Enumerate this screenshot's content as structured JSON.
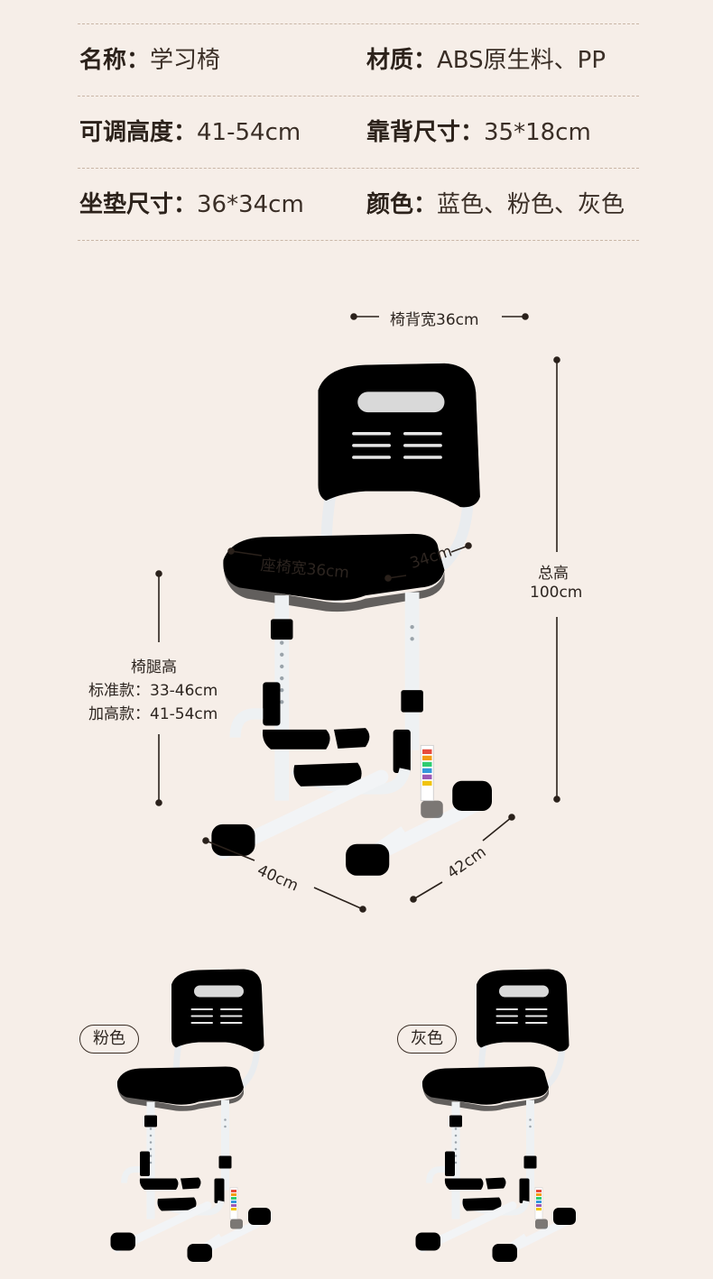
{
  "specs": {
    "rows": [
      {
        "left_key": "名称：",
        "left_val": "学习椅",
        "right_key": "材质：",
        "right_val": "ABS原生料、PP"
      },
      {
        "left_key": "可调高度：",
        "left_val": "41-54cm",
        "right_key": "靠背尺寸：",
        "right_val": "35*18cm"
      },
      {
        "left_key": "坐垫尺寸：",
        "left_val": "36*34cm",
        "right_key": "颜色：",
        "right_val": "蓝色、粉色、灰色"
      }
    ]
  },
  "dimensions": {
    "backrest_width": "椅背宽36cm",
    "seat_width": "座椅宽36cm",
    "seat_depth": "34cm",
    "total_height_label": "总高",
    "total_height_value": "100cm",
    "leg_height_label": "椅腿高",
    "leg_standard": "标准款：33-46cm",
    "leg_raised": "加高款：41-54cm",
    "base_depth": "40cm",
    "base_width": "42cm"
  },
  "variants": {
    "pink_label": "粉色",
    "gray_label": "灰色"
  },
  "colors": {
    "background": "#f6eee8",
    "blue": "#8fd0e0",
    "pink": "#f3b8bf",
    "gray": "#b9b9bb"
  }
}
